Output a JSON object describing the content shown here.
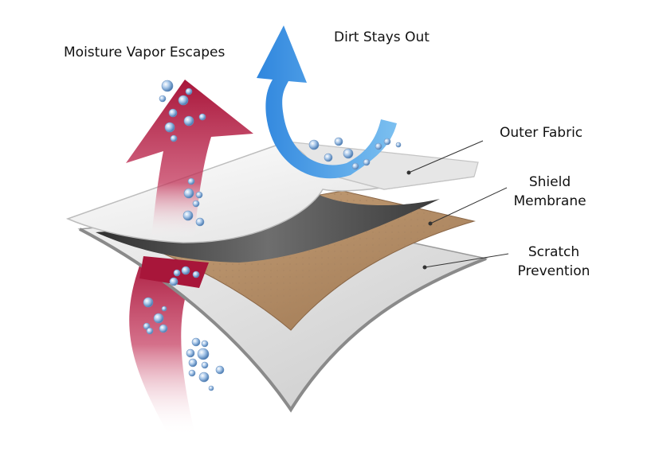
{
  "labels": {
    "moisture": "Moisture Vapor Escapes",
    "dirt": "Dirt Stays Out",
    "outer_fabric": "Outer Fabric",
    "shield_line1": "Shield",
    "shield_line2": "Membrane",
    "scratch_line1": "Scratch",
    "scratch_line2": "Prevention"
  },
  "colors": {
    "moisture_arrow": "#a8163a",
    "dirt_arrow": "#3a8fe0",
    "outer_fabric": "#e9e9e9",
    "inner_dark": "#5b5b5b",
    "membrane": "#b8936d",
    "scratch_layer": "#d6d6d6",
    "droplet": "#8fb4dc"
  },
  "icons": {
    "droplets": "water-droplet-icon"
  }
}
